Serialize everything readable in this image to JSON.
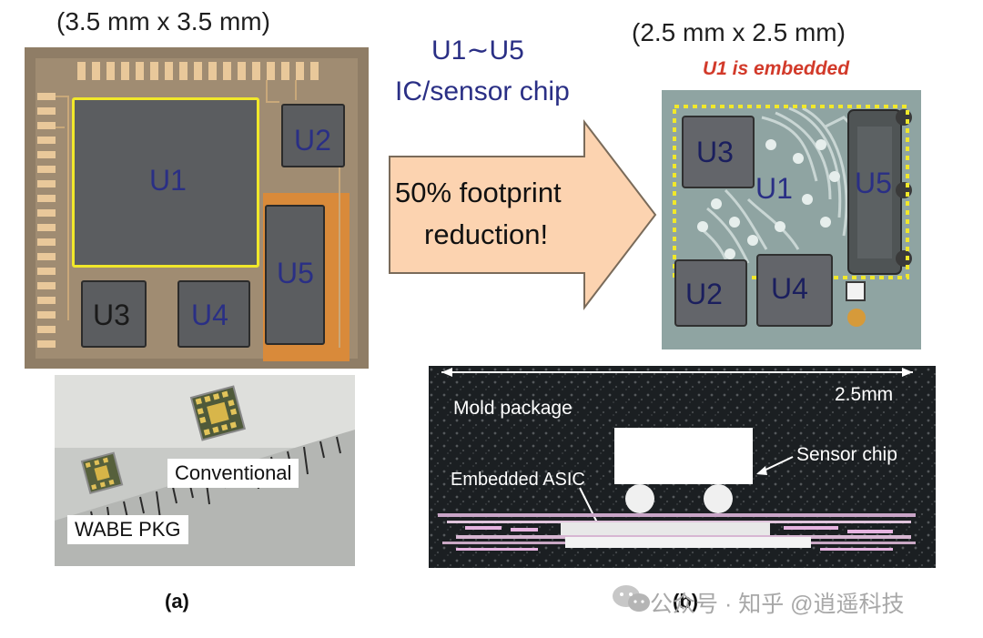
{
  "left_panel": {
    "dimension_label": "(3.5 mm x 3.5 mm)",
    "chips": {
      "u1": "U1",
      "u2": "U2",
      "u3": "U3",
      "u4": "U4",
      "u5": "U5"
    }
  },
  "arrow": {
    "header_line1": "U1∼U5",
    "header_line2": "IC/sensor chip",
    "text_line1": "50% footprint",
    "text_line2": "reduction!"
  },
  "right_panel": {
    "dimension_label": "(2.5 mm x 2.5 mm)",
    "embedded_note": "U1 is embedded",
    "chips": {
      "u1": "U1",
      "u2": "U2",
      "u3": "U3",
      "u4": "U4",
      "u5": "U5"
    }
  },
  "photo": {
    "conventional_label": "Conventional",
    "wabe_label": "WABE PKG"
  },
  "cross_section": {
    "width_label": "2.5mm",
    "mold_label": "Mold package",
    "sensor_label": "Sensor chip",
    "asic_label": "Embedded ASIC"
  },
  "captions": {
    "a": "(a)",
    "b": "(b)"
  },
  "watermark": "公众号 · 知乎 @逍遥科技",
  "colors": {
    "arrow_fill": "#fcd3b0",
    "arrow_stroke": "#7a6b5a",
    "chip_label": "#2a2f85",
    "embedded_note": "#d23a2a",
    "highlight_yellow": "#f1e82a"
  }
}
